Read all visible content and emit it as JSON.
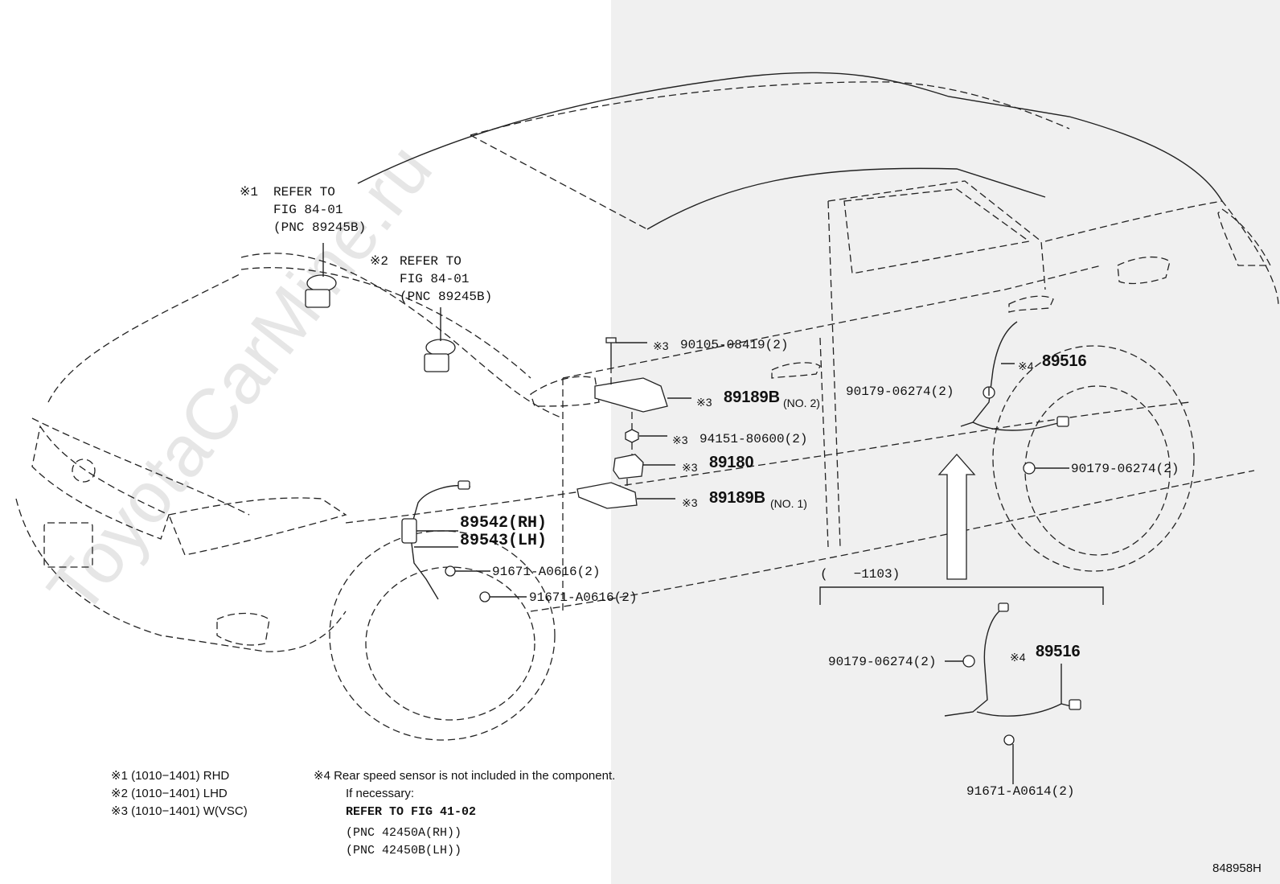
{
  "watermark": "ToyotaCarMine.ru",
  "diagram_code": "848958H",
  "refs": [
    {
      "mark": "※1",
      "lines": [
        "REFER TO",
        "FIG 84-01",
        "(PNC 89245B)"
      ]
    },
    {
      "mark": "※2",
      "lines": [
        "REFER TO",
        "FIG 84-01",
        "(PNC 89245B)"
      ]
    }
  ],
  "parts": {
    "bolt_90105": {
      "mark": "※3",
      "text": "90105-08419(2)"
    },
    "bracket_no2": {
      "mark": "※3",
      "text": "89189B",
      "suffix": "(NO. 2)"
    },
    "nut_94151": {
      "mark": "※3",
      "text": "94151-80600(2)"
    },
    "computer_89180": {
      "mark": "※3",
      "text": "89180"
    },
    "bracket_no1": {
      "mark": "※3",
      "text": "89189B",
      "suffix": "(NO. 1)"
    },
    "front_sensor_rh": "89542(RH)",
    "front_sensor_lh": "89543(LH)",
    "bolt_a0616_1": "91671-A0616(2)",
    "bolt_a0616_2": "91671-A0616(2)",
    "rear_wire_top": {
      "mark": "※4",
      "text": "89516"
    },
    "clip_top_left": "90179-06274(2)",
    "clip_top_right": "90179-06274(2)",
    "inset_range": "(　　−1103)",
    "inset_clip": "90179-06274(2)",
    "inset_wire": {
      "mark": "※4",
      "text": "89516"
    },
    "inset_bolt": "91671-A0614(2)"
  },
  "notes": {
    "n1": "※1 (1010−1401) RHD",
    "n2": "※2 (1010−1401) LHD",
    "n3": "※3 (1010−1401) W(VSC)",
    "n4_title": "※4 Rear speed sensor is not included in the component.",
    "n4_line2": "If necessary:",
    "n4_line3": "REFER TO FIG 41-02",
    "n4_line4": "(PNC 42450A(RH))",
    "n4_line5": "(PNC 42450B(LH))"
  }
}
